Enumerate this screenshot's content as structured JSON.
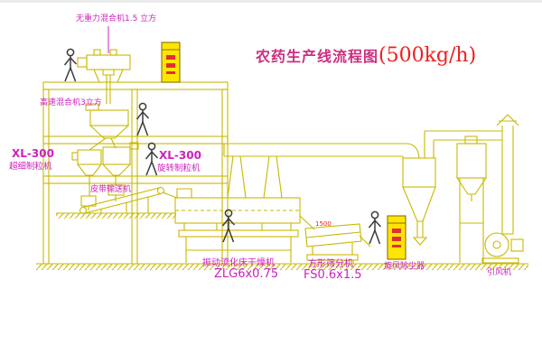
{
  "title": {
    "text": "农药生产线流程图",
    "capacity": "(500kg/h)"
  },
  "labels": {
    "top_mixer": "无重力混合机1.5 立方",
    "high_speed_mixer": "高速混合机3立方",
    "fine_granulator_model": "XL-300",
    "fine_granulator_name": "超细制粒机",
    "rotary_granulator_model": "XL-300",
    "rotary_granulator_name": "旋转制粒机",
    "belt_conveyor": "皮带输送机",
    "dryer_name": "振动流化床干燥机",
    "dryer_model": "ZLG6x0.75",
    "sieve_name": "方形筛分机",
    "sieve_model": "FS0.6x1.5",
    "cyclone_dust_collector": "旋风除尘器",
    "induced_draft_fan": "引风机",
    "sieve_dim": "1500"
  },
  "colors": {
    "line": "#c9b800",
    "label": "#cf1fbf",
    "title": "#cc2f7f",
    "capacity_red": "#ee1f1f",
    "cabinet_fill": "#ffe600",
    "red_mark": "#e03030",
    "figure": "#3c3c3c",
    "background": "#ffffff"
  }
}
